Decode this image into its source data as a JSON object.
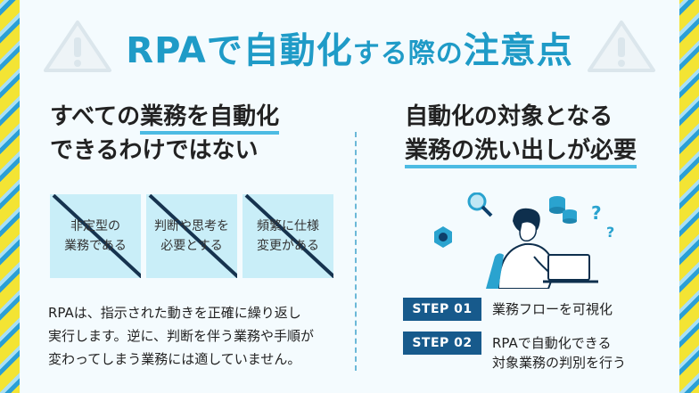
{
  "title": {
    "part1": "RPAで",
    "part2": "自動化",
    "part3": "する際の",
    "part4": "注意点"
  },
  "left": {
    "heading_line1_pre": "すべての",
    "heading_line1_u": "業務を自動化",
    "heading_line2": "できるわけではない",
    "boxes": [
      {
        "line1": "非定型の",
        "line2": "業務である"
      },
      {
        "line1": "判断や思考を",
        "line2": "必要とする"
      },
      {
        "line1": "頻繁に仕様",
        "line2": "変更がある"
      }
    ],
    "paragraph": [
      "RPAは、指示された動きを正確に繰り返し",
      "実行します。逆に、判断を伴う業務や手順が",
      "変わってしまう業務には適していません。"
    ]
  },
  "right": {
    "heading_line1": "自動化の対象となる",
    "heading_line2": "業務の洗い出しが必要",
    "steps": [
      {
        "badge": "STEP 01",
        "text_line1": "業務フローを可視化",
        "text_line2": ""
      },
      {
        "badge": "STEP 02",
        "text_line1": "RPAで自動化できる",
        "text_line2": "対象業務の判別を行う"
      }
    ]
  },
  "colors": {
    "accent": "#1f9bc7",
    "underline": "#4cbbe3",
    "box_fill": "#c9eef8",
    "badge": "#175a8c",
    "stripe_yellow": "#f3e434",
    "stripe_blue": "#2a9fd6"
  },
  "icons": [
    "warning-icon",
    "magnifier-icon",
    "database-icon",
    "gear-icon",
    "question-mark-icon",
    "thinking-person-illustration"
  ]
}
